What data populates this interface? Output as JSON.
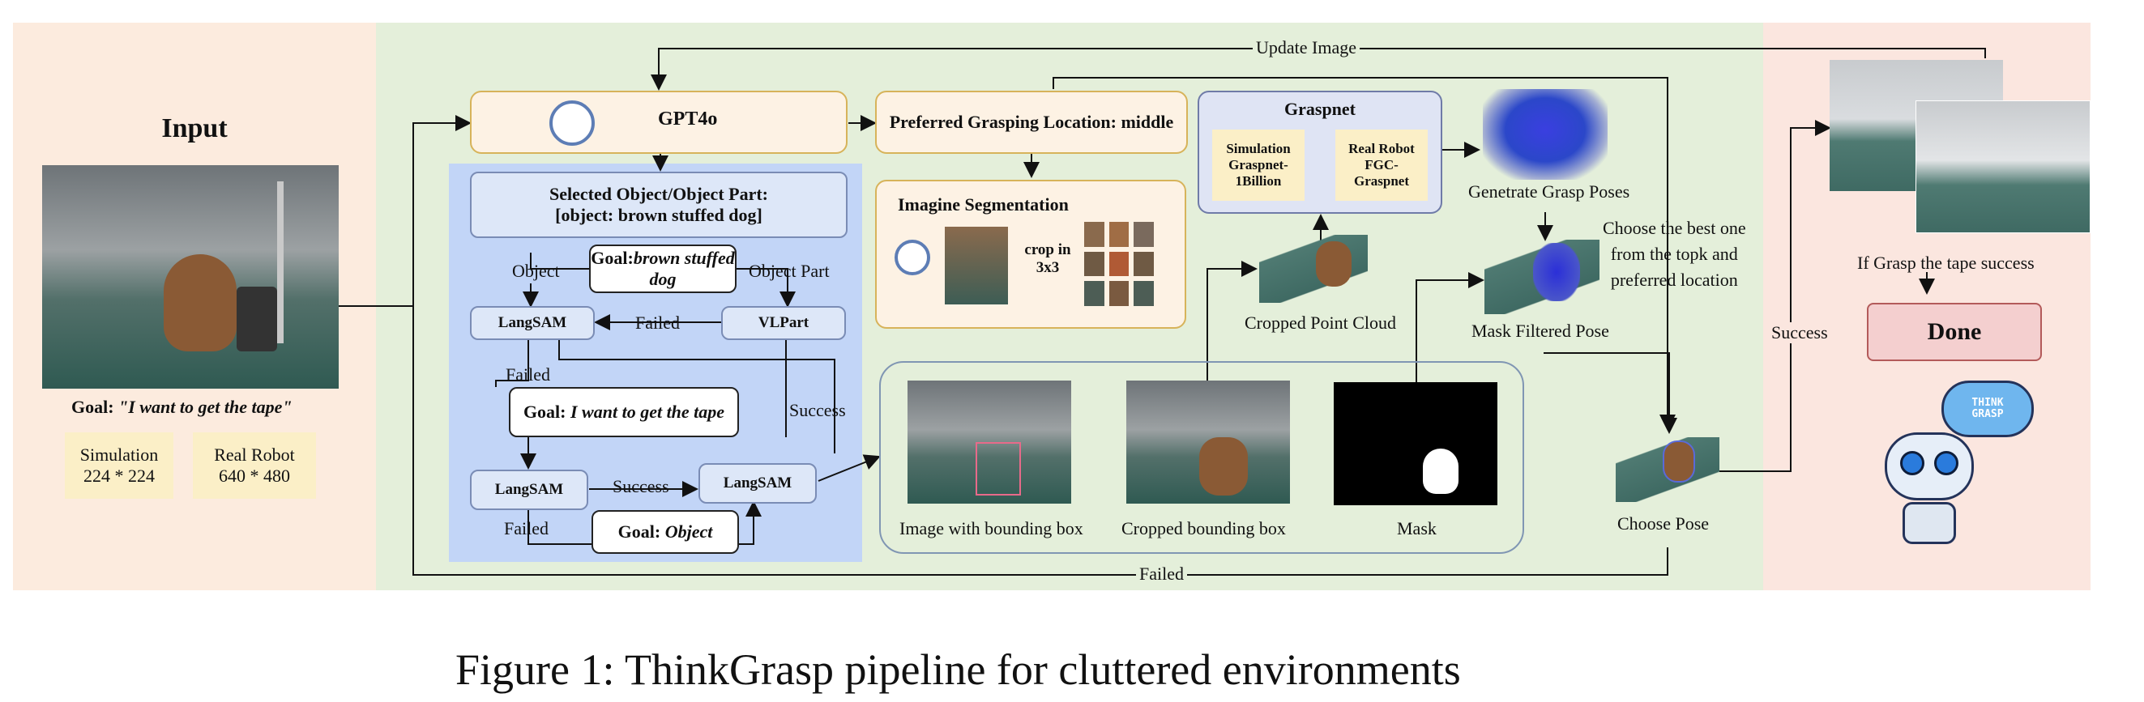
{
  "input": {
    "title": "Input",
    "goal_prefix": "Goal: ",
    "goal_text": "\"I want to get the tape\"",
    "sim_label": "Simulation",
    "sim_res": "224 * 224",
    "real_label": "Real Robot",
    "real_res": "640 * 480"
  },
  "gpt": {
    "label": "GPT4o"
  },
  "preferred": {
    "label": "Preferred Grasping Location: middle"
  },
  "selected": {
    "line1": "Selected Object/Object Part:",
    "line2": "[object: brown stuffed dog]"
  },
  "goal_brown": {
    "prefix": "Goal:",
    "text": "brown stuffed dog"
  },
  "goal_tape": {
    "prefix": "Goal: ",
    "text": "I want to get the tape"
  },
  "goal_object": {
    "prefix": "Goal: ",
    "text": "Object"
  },
  "langsam": "LangSAM",
  "vlpart": "VLPart",
  "edge_labels": {
    "object": "Object",
    "object_part": "Object Part",
    "failed": "Failed",
    "success": "Success",
    "update_image": "Update Image",
    "if_grasp": "If Grasp the tape success"
  },
  "imagine": {
    "title": "Imagine Segmentation",
    "crop": "crop in\n3x3"
  },
  "graspnet": {
    "title": "Graspnet",
    "sim": "Simulation\nGraspnet-\n1Billion",
    "real": "Real Robot\nFGC-\nGraspnet"
  },
  "captions": {
    "generate": "Genetrate Grasp Poses",
    "cropped_pc": "Cropped Point Cloud",
    "mask_filtered": "Mask Filtered Pose",
    "choose_best": "Choose the best one\nfrom the topk and\npreferred location",
    "image_bbox": "Image with bounding  box",
    "cropped_bbox": "Cropped bounding box",
    "mask": "Mask",
    "choose_pose": "Choose Pose"
  },
  "done": "Done",
  "robot_badge": "THINK\nGRASP",
  "figure_caption": "Figure 1:   ThinkGrasp pipeline for cluttered environments",
  "colors": {
    "input_bg": "#fcebde",
    "pipeline_bg": "#e4efda",
    "output_bg": "#fbe6df",
    "blue_area": "#c2d5f7",
    "done_bg": "#f4cfcf"
  }
}
